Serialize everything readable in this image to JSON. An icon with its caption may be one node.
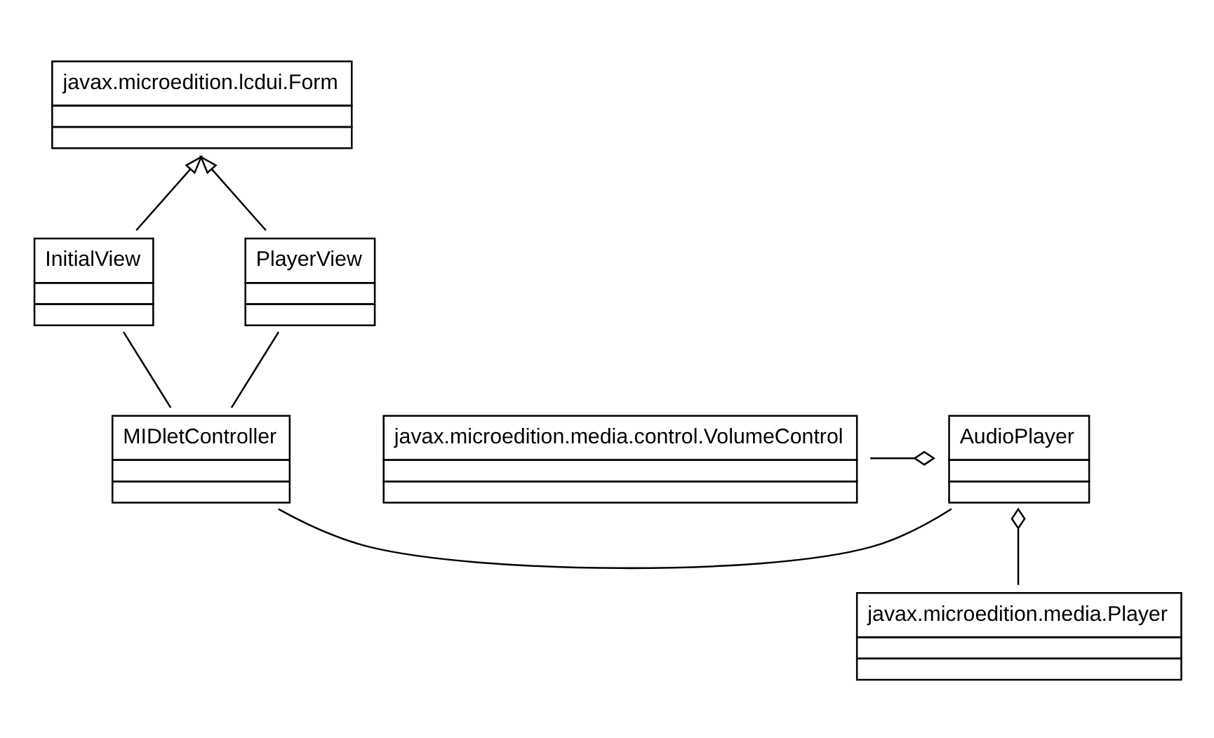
{
  "diagram": {
    "nodes": [
      {
        "text": [
          "javax.microedition.lcdui.Form"
        ]
      },
      {
        "text": [
          "InitialView"
        ]
      },
      {
        "text": [
          "PlayerView"
        ]
      },
      {
        "text": [
          "MIDletController"
        ]
      },
      {
        "text": [
          "AudioPlayer"
        ]
      },
      {
        "text": [
          "javax.microedition.media.control.VolumeControl"
        ]
      },
      {
        "text": [
          "javax.microedition.media.Player"
        ]
      }
    ],
    "edges": [
      {
        "from": 1,
        "to": 0,
        "arrow": "to"
      },
      {
        "from": 2,
        "to": 0,
        "arrow": "to"
      },
      {
        "from": 3,
        "to": 1,
        "arrow": "none"
      },
      {
        "from": 3,
        "to": 2,
        "arrow": "none"
      },
      {
        "from": 3,
        "to": 4,
        "arrow": "none"
      },
      {
        "from": 5,
        "to": 4,
        "arrow": "other"
      },
      {
        "from": 6,
        "to": 4,
        "arrow": "other"
      }
    ]
  }
}
